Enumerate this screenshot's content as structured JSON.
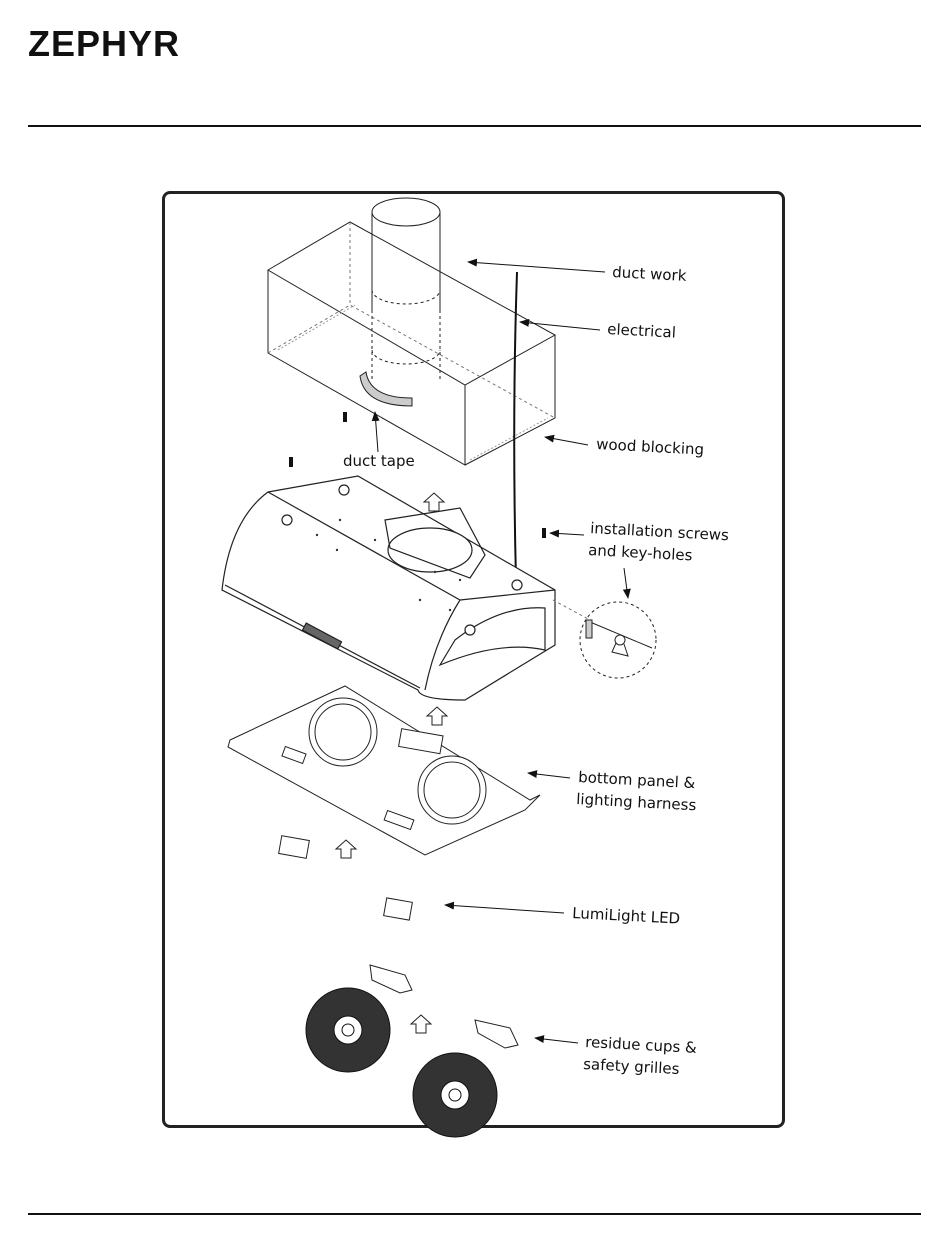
{
  "header": {
    "brand": "ZEPHYR"
  },
  "diagram": {
    "labels": {
      "duct_work": "duct work",
      "electrical": "electrical",
      "wood_blocking": "wood blocking",
      "duct_tape": "duct tape",
      "installation_screws_1": "installation screws",
      "installation_screws_2": "and key-holes",
      "bottom_panel_1": "bottom panel &",
      "bottom_panel_2": "lighting harness",
      "lumilight": "LumiLight LED",
      "residue_1": "residue cups &",
      "residue_2": "safety grilles"
    }
  }
}
